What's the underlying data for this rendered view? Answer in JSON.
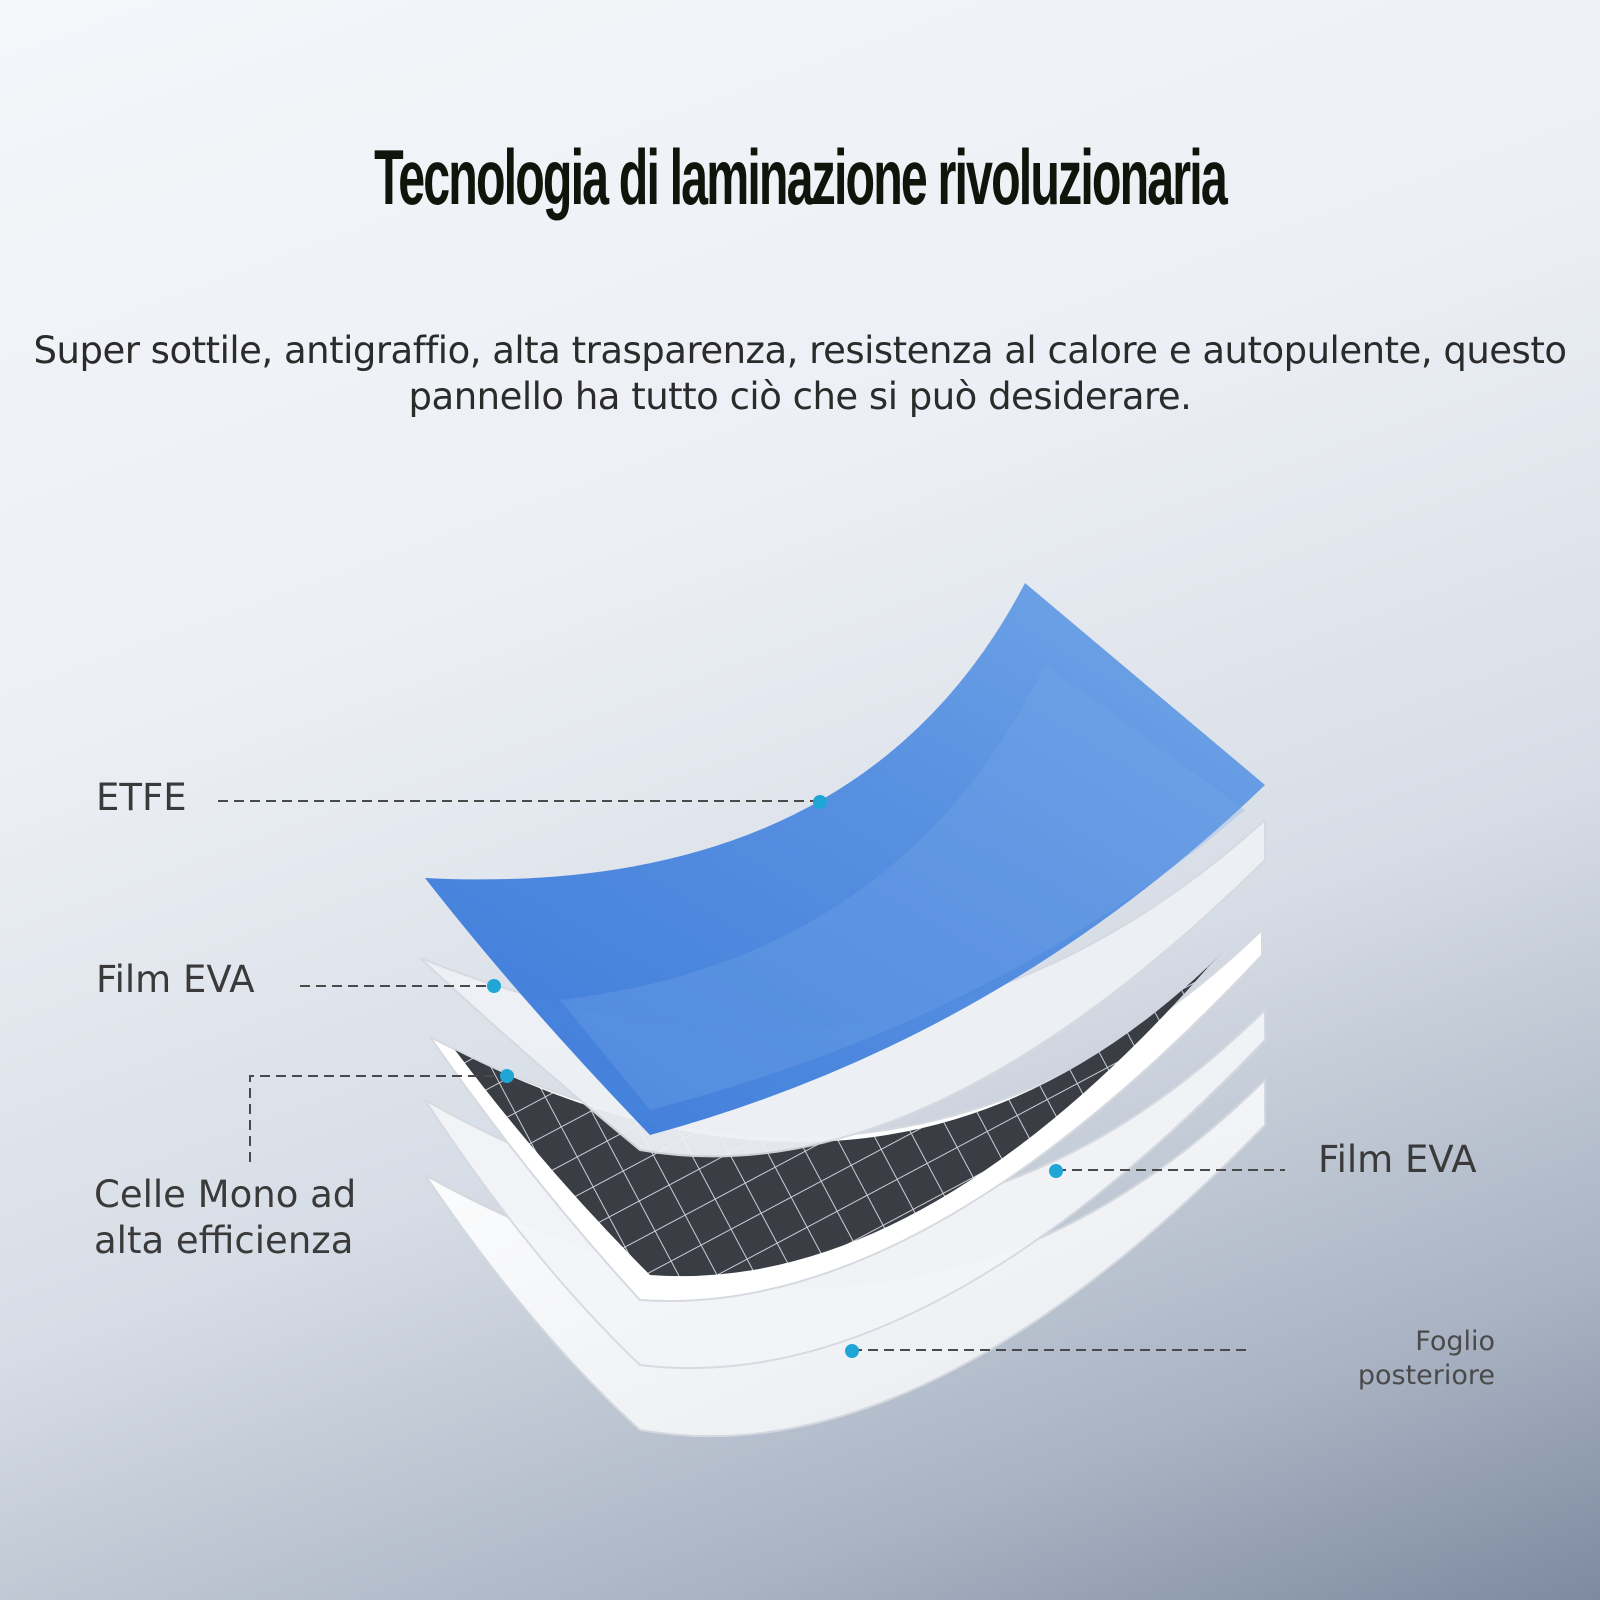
{
  "title": "Tecnologia di laminazione rivoluzionaria",
  "subtitle": "Super sottile, antigraffio, alta trasparenza, resistenza al calore e autopulente, questo pannello ha tutto ciò che si può desiderare.",
  "layers": {
    "etfe": "ETFE",
    "eva_top": "Film EVA",
    "cells_line1": "Celle Mono ad",
    "cells_line2": "alta efficienza",
    "eva_bottom": "Film EVA",
    "back_line1": "Foglio",
    "back_line2": "posteriore"
  },
  "colors": {
    "etfe": "#3f82dc",
    "cells": "#2e3138",
    "marker": "#1fa6d6"
  }
}
